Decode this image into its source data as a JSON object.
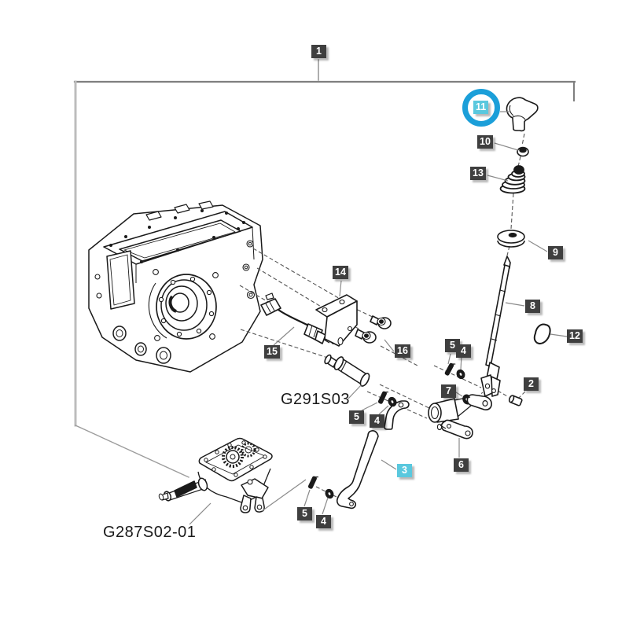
{
  "diagram": {
    "type": "exploded-parts-diagram",
    "description": "Tractor transmission gear shift lever exploded view",
    "colors": {
      "tag_bg": "#3f3f3f",
      "tag_text": "#ffffff",
      "highlight_bg": "#5ac8de",
      "selection_ring": "#1b9fd9",
      "line_art": "#1a1a1a"
    },
    "labels": [
      {
        "text": "1",
        "highlighted": false
      },
      {
        "text": "11",
        "highlighted": true,
        "circled": true
      },
      {
        "text": "10",
        "highlighted": false
      },
      {
        "text": "13",
        "highlighted": false
      },
      {
        "text": "9",
        "highlighted": false
      },
      {
        "text": "8",
        "highlighted": false
      },
      {
        "text": "12",
        "highlighted": false
      },
      {
        "text": "2",
        "highlighted": false
      },
      {
        "text": "5",
        "highlighted": false
      },
      {
        "text": "4",
        "highlighted": false
      },
      {
        "text": "7",
        "highlighted": false
      },
      {
        "text": "14",
        "highlighted": false
      },
      {
        "text": "15",
        "highlighted": false
      },
      {
        "text": "16",
        "highlighted": false
      },
      {
        "text": "5",
        "highlighted": false
      },
      {
        "text": "4",
        "highlighted": false
      },
      {
        "text": "6",
        "highlighted": false
      },
      {
        "text": "3",
        "highlighted": true
      },
      {
        "text": "5",
        "highlighted": false
      },
      {
        "text": "4",
        "highlighted": false
      }
    ],
    "codes": [
      {
        "text": "G291S03"
      },
      {
        "text": "G287S02-01"
      }
    ]
  }
}
